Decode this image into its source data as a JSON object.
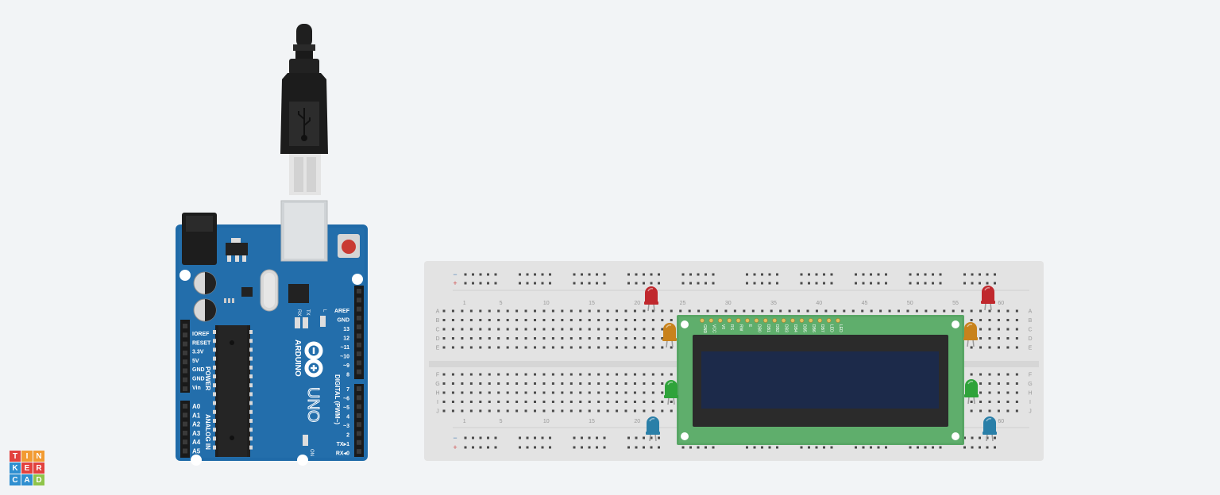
{
  "arduino": {
    "brand": "ARDUINO",
    "model": "UNO",
    "power_label": "POWER",
    "analog_label": "ANALOG IN",
    "digital_label": "DIGITAL (PWM~)",
    "on_label": "ON",
    "l_label": "L",
    "tx_label": "TX",
    "rx_label": "RX",
    "power_pins": [
      "IOREF",
      "RESET",
      "3.3V",
      "5V",
      "GND",
      "GND",
      "Vin"
    ],
    "analog_pins": [
      "A0",
      "A1",
      "A2",
      "A3",
      "A4",
      "A5"
    ],
    "digital_pins_top": [
      "AREF",
      "GND",
      "13",
      "12",
      "~11",
      "~10",
      "~9",
      "8"
    ],
    "digital_pins_bottom": [
      "7",
      "~6",
      "~5",
      "4",
      "~3",
      "2",
      "TX▸1",
      "RX◂0"
    ]
  },
  "breadboard": {
    "rows_top": [
      "A",
      "B",
      "C",
      "D",
      "E"
    ],
    "rows_bottom": [
      "F",
      "G",
      "H",
      "I",
      "J"
    ],
    "column_numbers": [
      "1",
      "5",
      "10",
      "15",
      "20",
      "25",
      "30",
      "35",
      "40",
      "45",
      "50",
      "55",
      "60"
    ],
    "bottom_column_numbers": [
      "1",
      "5",
      "10",
      "15",
      "20",
      "60"
    ],
    "rail_minus": "−",
    "rail_plus": "+"
  },
  "lcd": {
    "pin_labels": [
      "GND",
      "VCC",
      "V0",
      "RS",
      "RW",
      "E",
      "DB0",
      "DB1",
      "DB2",
      "DB3",
      "DB4",
      "DB5",
      "DB6",
      "DB7",
      "LED",
      "LED"
    ]
  },
  "leds": [
    {
      "color": "#c0282d"
    },
    {
      "color": "#c8821c"
    },
    {
      "color": "#2fa33a"
    },
    {
      "color": "#2a7fa8"
    },
    {
      "color": "#c0282d"
    },
    {
      "color": "#c8821c"
    },
    {
      "color": "#2fa33a"
    },
    {
      "color": "#2a7fa8"
    }
  ],
  "logo": {
    "letters": [
      "T",
      "I",
      "N",
      "K",
      "E",
      "R",
      "C",
      "A",
      "D"
    ],
    "colors": [
      "#e2413d",
      "#f29b32",
      "#f29b32",
      "#2f8fd0",
      "#e2413d",
      "#e2413d",
      "#2f8fd0",
      "#2f8fd0",
      "#8fc44a"
    ]
  }
}
